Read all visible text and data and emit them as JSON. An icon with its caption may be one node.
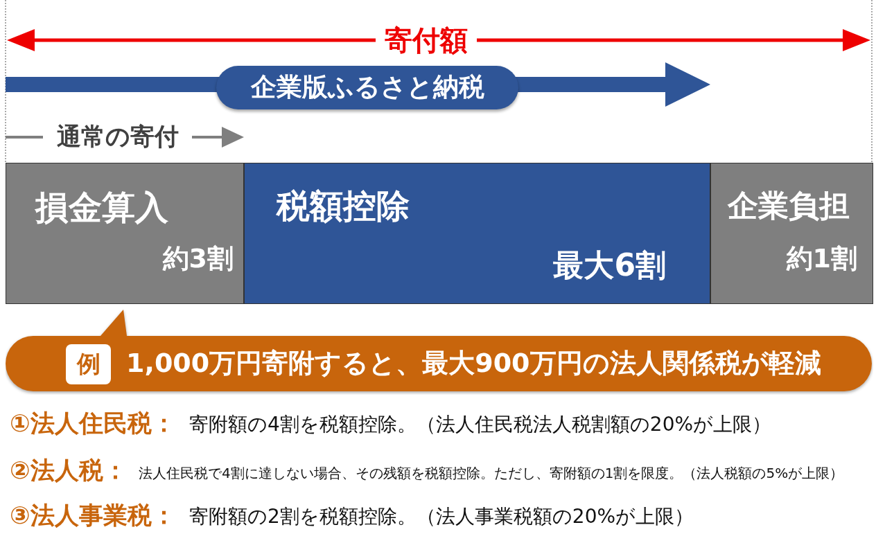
{
  "diagram": {
    "nodes": [
      {
        "text": [
          "企業版ふるさと納税"
        ]
      },
      {
        "text": [
          "損金算入",
          "約3割"
        ]
      },
      {
        "text": [
          "税額控除",
          "最大6割"
        ]
      },
      {
        "text": [
          "企業負担",
          "約1割"
        ]
      },
      {
        "text": [
          "1,000万円寄附すると、最大900万円の法人関係税が軽減"
        ]
      },
      {
        "text": [
          "例"
        ],
        "in": 4
      }
    ],
    "labels": [
      "寄付額",
      "通常の寄付",
      "①法人住民税：",
      "寄附額の4割を税額控除。（法人住民税法人税割額の20%が上限）",
      "②法人税：",
      "法人住民税で4割に達しない場合、その残額を税額控除。ただし、寄附額の1割を限度。（法人税額の5%が上限）",
      "③法人事業税：",
      "寄附額の2割を税額控除。（法人事業税額の20%が上限）"
    ]
  }
}
